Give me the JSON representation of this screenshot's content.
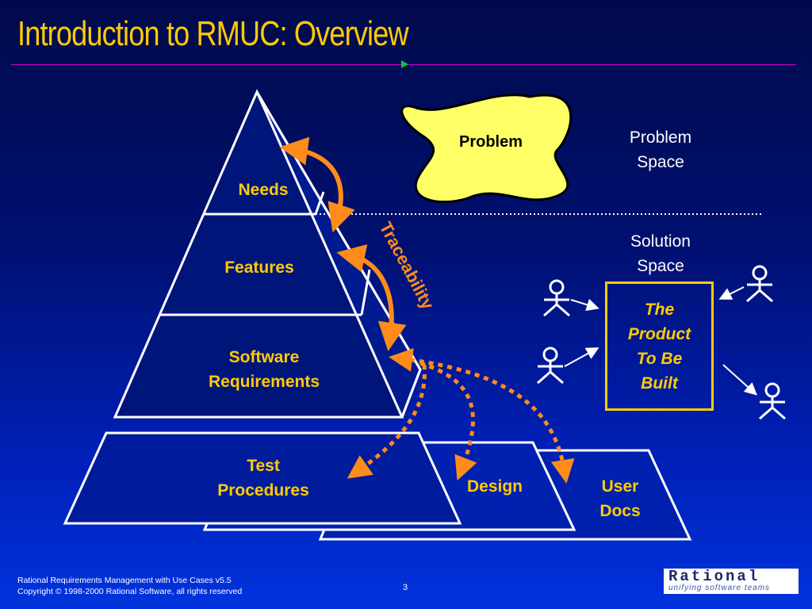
{
  "slide": {
    "title": "Introduction to RMUC: Overview",
    "page_number": "3"
  },
  "pyramid": {
    "levels": [
      "Needs",
      "Features",
      "Software\nRequirements"
    ],
    "traceability_label": "Traceability"
  },
  "documents": {
    "test_procedures": "Test\nProcedures",
    "design": "Design",
    "user_docs": "User\nDocs"
  },
  "problem": {
    "label": "Problem",
    "problem_space": "Problem\nSpace",
    "solution_space": "Solution\nSpace"
  },
  "product": {
    "label": "The\nProduct\nTo Be\nBuilt"
  },
  "footer": {
    "line1": "Rational Requirements Management with Use Cases v5.5",
    "line2": "Copyright © 1998-2000 Rational Software, all rights reserved"
  },
  "logo": {
    "wordmark": "Rational",
    "tagline": "unifying software teams"
  },
  "colors": {
    "accent_yellow": "#ffcc00",
    "arrow_orange": "#ff8c1a",
    "problem_fill": "#ffff66",
    "rule_magenta": "#cc00cc"
  }
}
